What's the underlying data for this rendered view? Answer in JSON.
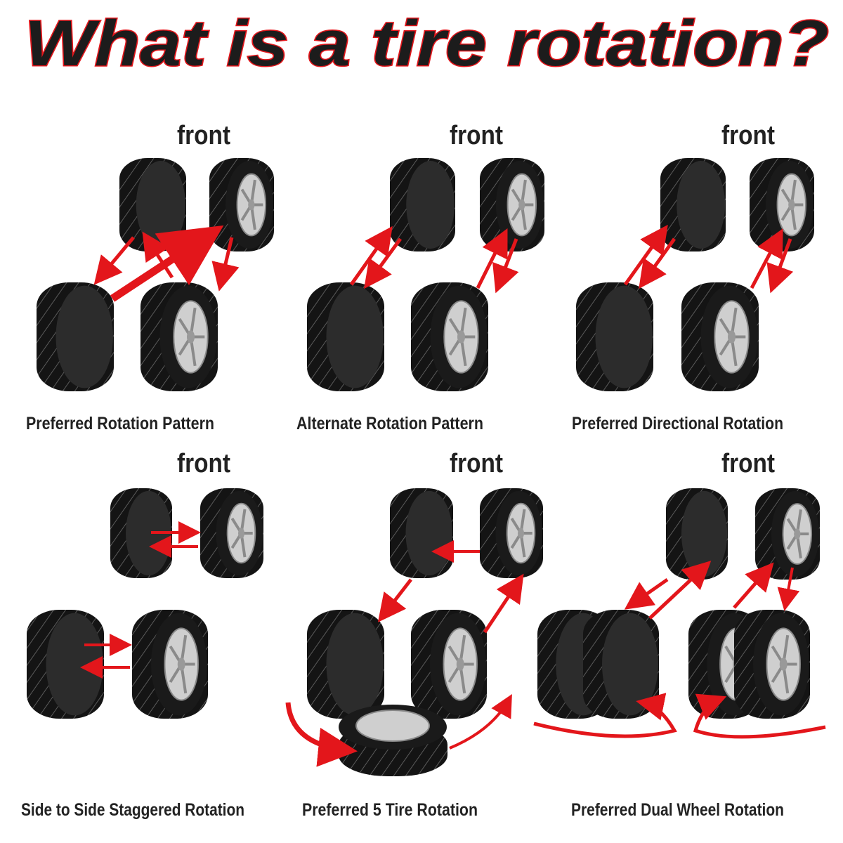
{
  "title": "What is a tire rotation?",
  "front_label": "front",
  "colors": {
    "arrow": "#e3161b",
    "tire": "#141414",
    "sidewall": "#2c2c2c",
    "rim": "#cfcfcf"
  },
  "panels": [
    {
      "caption": "Preferred Rotation Pattern"
    },
    {
      "caption": "Alternate Rotation Pattern"
    },
    {
      "caption": "Preferred Directional Rotation"
    },
    {
      "caption": "Side to Side Staggered Rotation"
    },
    {
      "caption": "Preferred 5 Tire Rotation"
    },
    {
      "caption": "Preferred Dual Wheel Rotation"
    }
  ]
}
